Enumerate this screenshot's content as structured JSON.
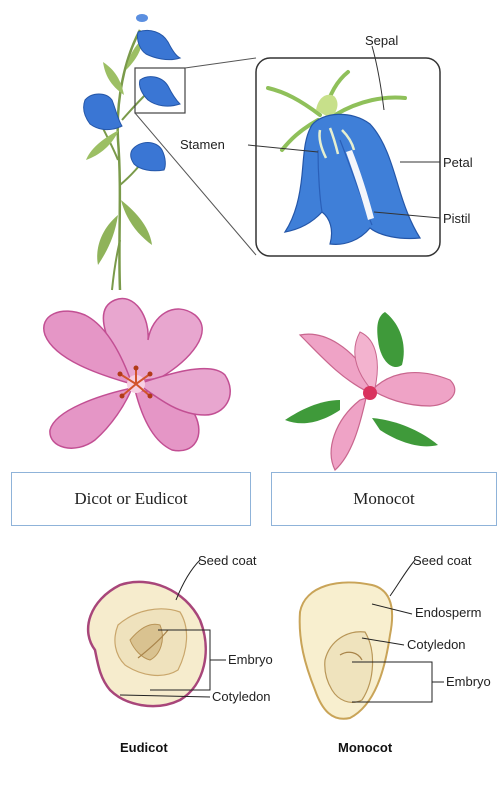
{
  "flower_parts": {
    "sepal": "Sepal",
    "stamen": "Stamen",
    "petal": "Petal",
    "pistil": "Pistil"
  },
  "flower_types": {
    "dicot_label": "Dicot or Eudicot",
    "monocot_label": "Monocot"
  },
  "seeds": {
    "eudicot": {
      "seed_coat": "Seed coat",
      "embryo": "Embryo",
      "cotyledon": "Cotyledon",
      "caption": "Eudicot"
    },
    "monocot": {
      "seed_coat": "Seed coat",
      "endosperm": "Endosperm",
      "cotyledon": "Cotyledon",
      "embryo": "Embryo",
      "caption": "Monocot"
    }
  },
  "colors": {
    "bell_blue": "#2f6fd0",
    "dicot_pink": "#e58fc0",
    "monocot_pink": "#ef9fbf",
    "leaf_green": "#3f9a3a",
    "box_border": "#8fb3d9",
    "seed_fill": "#f6ecc8"
  }
}
